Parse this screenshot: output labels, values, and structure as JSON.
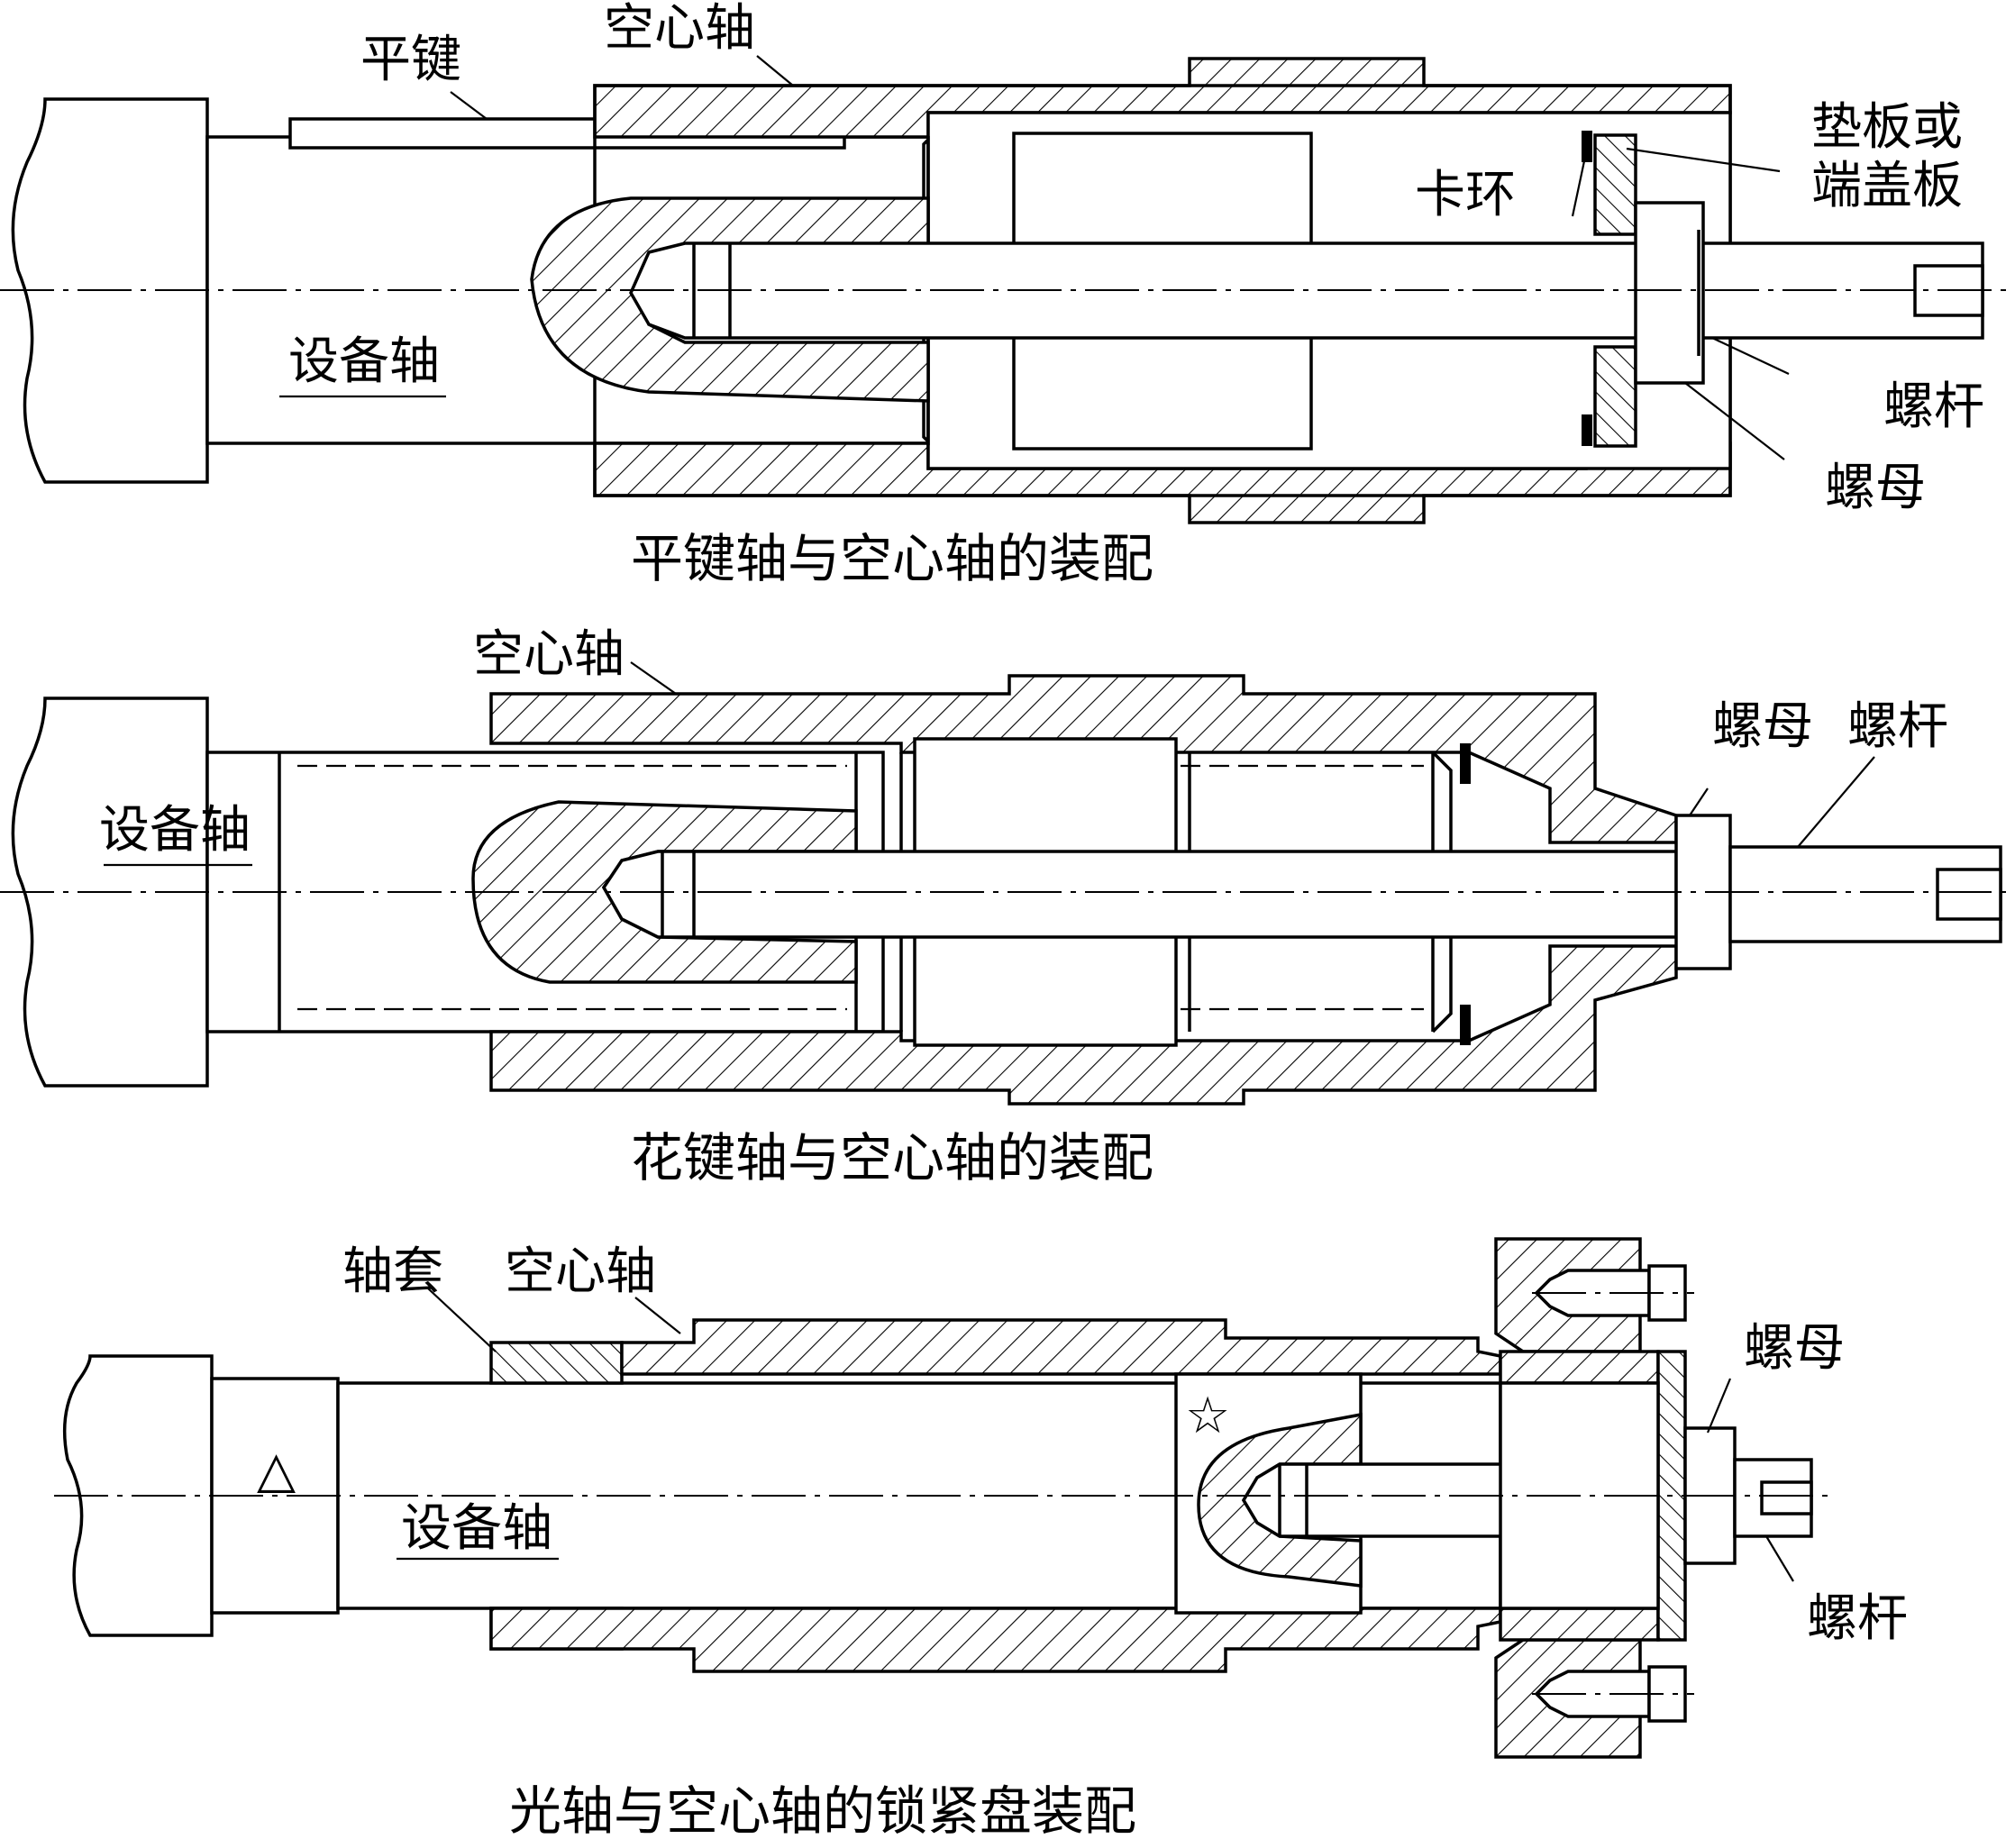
{
  "diagram1": {
    "caption": "平键轴与空心轴的装配",
    "labels": {
      "flat_key": "平键",
      "hollow_shaft": "空心轴",
      "washer_plate": "垫板或",
      "washer_plate2": "端盖板",
      "snap_ring": "卡环",
      "equipment_shaft": "设备轴",
      "screw_rod": "螺杆",
      "nut": "螺母"
    }
  },
  "diagram2": {
    "caption": "花键轴与空心轴的装配",
    "labels": {
      "hollow_shaft": "空心轴",
      "equipment_shaft": "设备轴",
      "nut": "螺母",
      "screw_rod": "螺杆"
    }
  },
  "diagram3": {
    "caption": "光轴与空心轴的锁紧盘装配",
    "labels": {
      "sleeve": "轴套",
      "hollow_shaft": "空心轴",
      "equipment_shaft": "设备轴",
      "nut": "螺母",
      "screw_rod": "螺杆",
      "triangle_mark": "△",
      "star_mark": "☆"
    }
  }
}
